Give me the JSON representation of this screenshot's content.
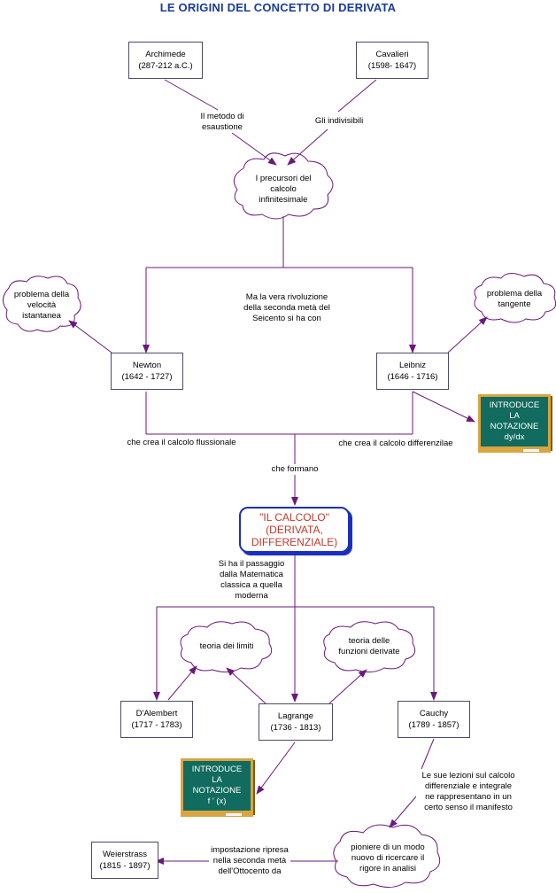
{
  "title": "LE ORIGINI DEL CONCETTO DI DERIVATA",
  "nodes": {
    "archimede": {
      "name": "Archimede",
      "dates": "(287-212 a.C.)"
    },
    "cavalieri": {
      "name": "Cavalieri",
      "dates": "(1598- 1647)"
    },
    "newton": {
      "name": "Newton",
      "dates": "(1642 - 1727)"
    },
    "leibniz": {
      "name": "Leibniz",
      "dates": "(1646 - 1716)"
    },
    "dalembert": {
      "name": "D'Alembert",
      "dates": "(1717 - 1783)"
    },
    "lagrange": {
      "name": "Lagrange",
      "dates": "(1736 - 1813)"
    },
    "cauchy": {
      "name": "Cauchy",
      "dates": "(1789 - 1857)"
    },
    "weierstrass": {
      "name": "Weierstrass",
      "dates": "(1815 - 1897)"
    }
  },
  "clouds": {
    "precursori": [
      "I precursori del",
      "calcolo",
      "infinitesimale"
    ],
    "velocita": [
      "problema della",
      "velocità",
      "istantanea"
    ],
    "tangente": [
      "problema della",
      "tangente"
    ],
    "limiti": [
      "teoria dei limiti"
    ],
    "funzioni": [
      "teoria delle",
      "funzioni derivate"
    ],
    "pioniere": [
      "pioniere di un modo",
      "nuovo di ricercare il",
      "rigore in analisi"
    ]
  },
  "center": [
    "\"IL CALCOLO\"",
    "(DERIVATA,",
    "DIFFERENZIALE)"
  ],
  "boards": {
    "leibniz": [
      "INTRODUCE",
      "LA",
      "NOTAZIONE",
      "dy/dx"
    ],
    "lagrange": [
      "INTRODUCE",
      "LA",
      "NOTAZIONE",
      "f ' (x)"
    ]
  },
  "labels": {
    "metodo": [
      "Il metodo di",
      "esaustione"
    ],
    "indivisibili": [
      "Gli indivisibili"
    ],
    "rivoluzione": [
      "Ma la vera rivoluzione",
      "della seconda metà del",
      "Seicento si ha con"
    ],
    "flussionale": [
      "che crea il calcolo flussionale"
    ],
    "differenziale": [
      "che crea il calcolo differenzilae"
    ],
    "formano": [
      "che formano"
    ],
    "passaggio": [
      "Si ha il passaggio",
      "dalla Matematica",
      "classica a quella",
      "moderna"
    ],
    "lezioni": [
      "Le sue lezioni sul calcolo",
      "differenziale e integrale",
      "ne rappresentano in un",
      "certo senso il manifesto"
    ],
    "impostazione": [
      "impostazione ripresa",
      "nella seconda metà",
      "dell'Ottocento da"
    ]
  },
  "colors": {
    "line": "#6a1a7a",
    "title": "#1a3c9c",
    "center_text": "#c0392b",
    "center_border": "#1a2fbf",
    "board": "#116b5e",
    "board_frame": "#d9a441"
  }
}
